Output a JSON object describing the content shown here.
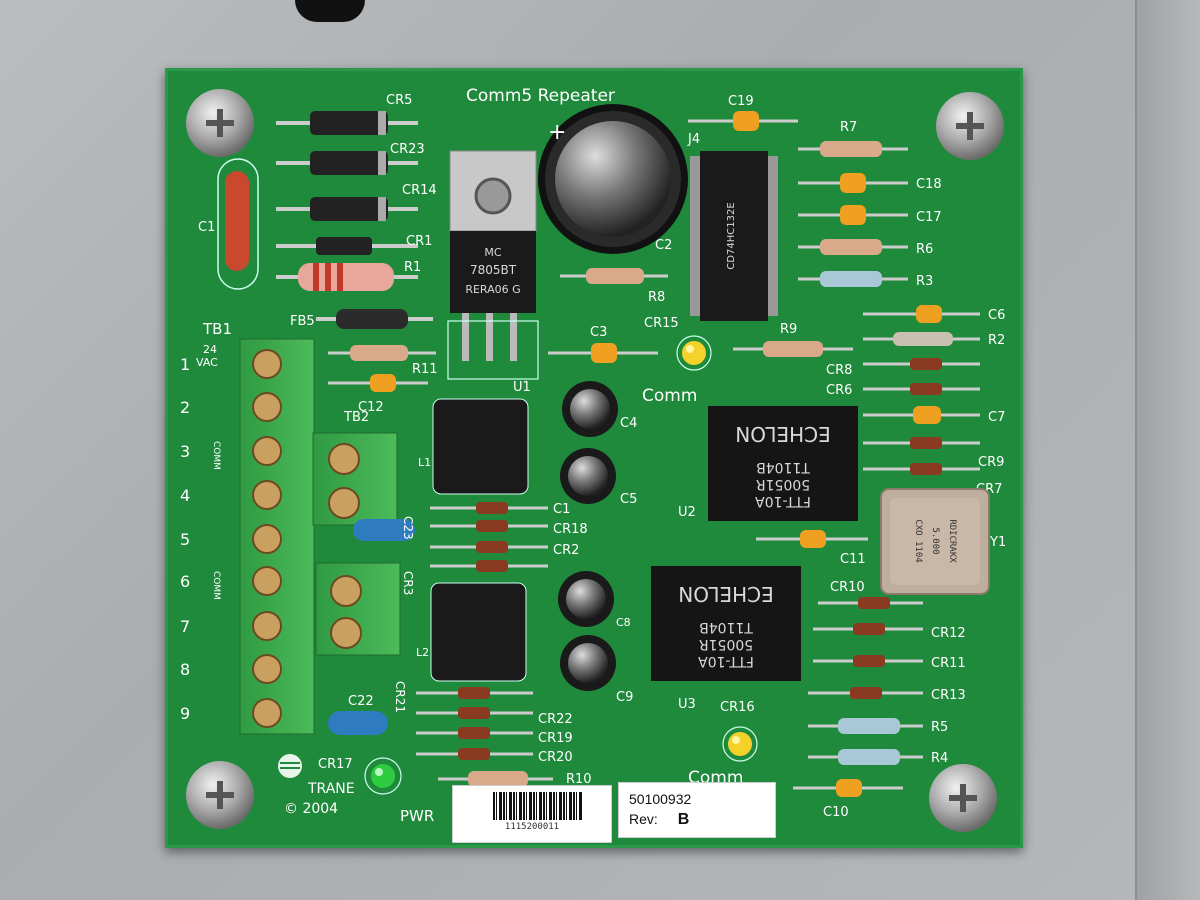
{
  "board": {
    "title": "Comm5 Repeater",
    "brand": "TRANE",
    "copyright": "© 2004",
    "pwr_label": "PWR",
    "comm_label_top": "Comm",
    "comm_label_bottom": "Comm",
    "part_number": "50100932",
    "rev_label": "Rev:",
    "rev_value": "B",
    "barcode_number": "1115200011"
  },
  "terminal_block": {
    "label": "TB1",
    "pins": [
      "1",
      "2",
      "3",
      "4",
      "5",
      "6",
      "7",
      "8",
      "9"
    ],
    "pin1_text": "24\nVAC",
    "comm_text": "COMM"
  },
  "chips": {
    "regulator_lines": [
      "MC",
      "7805BT",
      "RERA06 G"
    ],
    "transceiver_lines": [
      "FTT-10A",
      "50051R",
      "T1104B"
    ],
    "transceiver_brand": "ECHELON",
    "logic_chip_lines": [
      "CD74HC132E"
    ],
    "oscillator_lines": [
      "RDICRAKX",
      "5.000",
      "CXO 1104"
    ]
  },
  "refdes": {
    "cr5": "CR5",
    "cr23": "CR23",
    "cr14": "CR14",
    "cr1": "CR1",
    "r1": "R1",
    "fb5": "FB5",
    "c1": "C1",
    "c19": "C19",
    "r7": "R7",
    "c18": "C18",
    "c17": "C17",
    "r6": "R6",
    "r3": "R3",
    "j4": "J4",
    "c2": "C2",
    "r8": "R8",
    "c6": "C6",
    "r2": "R2",
    "cr8": "CR8",
    "cr6": "CR6",
    "c7": "C7",
    "cr9": "CR9",
    "cr7": "CR7",
    "c3": "C3",
    "cr15": "CR15",
    "r9": "R9",
    "u1": "U1",
    "r11": "R11",
    "c12": "C12",
    "tb2": "TB2",
    "c4": "C4",
    "c5": "C5",
    "l1": "L1",
    "c23": "C23",
    "c1b": "C1",
    "cr18": "CR18",
    "cr2": "CR2",
    "cr3": "CR3",
    "u2": "U2",
    "c11": "C11",
    "y1": "Y1",
    "cr10": "CR10",
    "cr12": "CR12",
    "cr11": "CR11",
    "cr13": "CR13",
    "u3": "U3",
    "c8": "C8",
    "c9": "C9",
    "l2": "L2",
    "cr21": "CR21",
    "cr22": "CR22",
    "cr19": "CR19",
    "cr20": "CR20",
    "c22": "C22",
    "cr17": "CR17",
    "r10": "R10",
    "cr16": "CR16",
    "r5": "R5",
    "r4": "R4",
    "c10": "C10"
  },
  "colors": {
    "pcb": "#1f8a3b",
    "terminal": "#3aa64a",
    "chip": "#1a1a1a",
    "led_yellow": "#f5d22a",
    "led_green": "#2ecc40",
    "cap_orange": "#f0a020"
  }
}
